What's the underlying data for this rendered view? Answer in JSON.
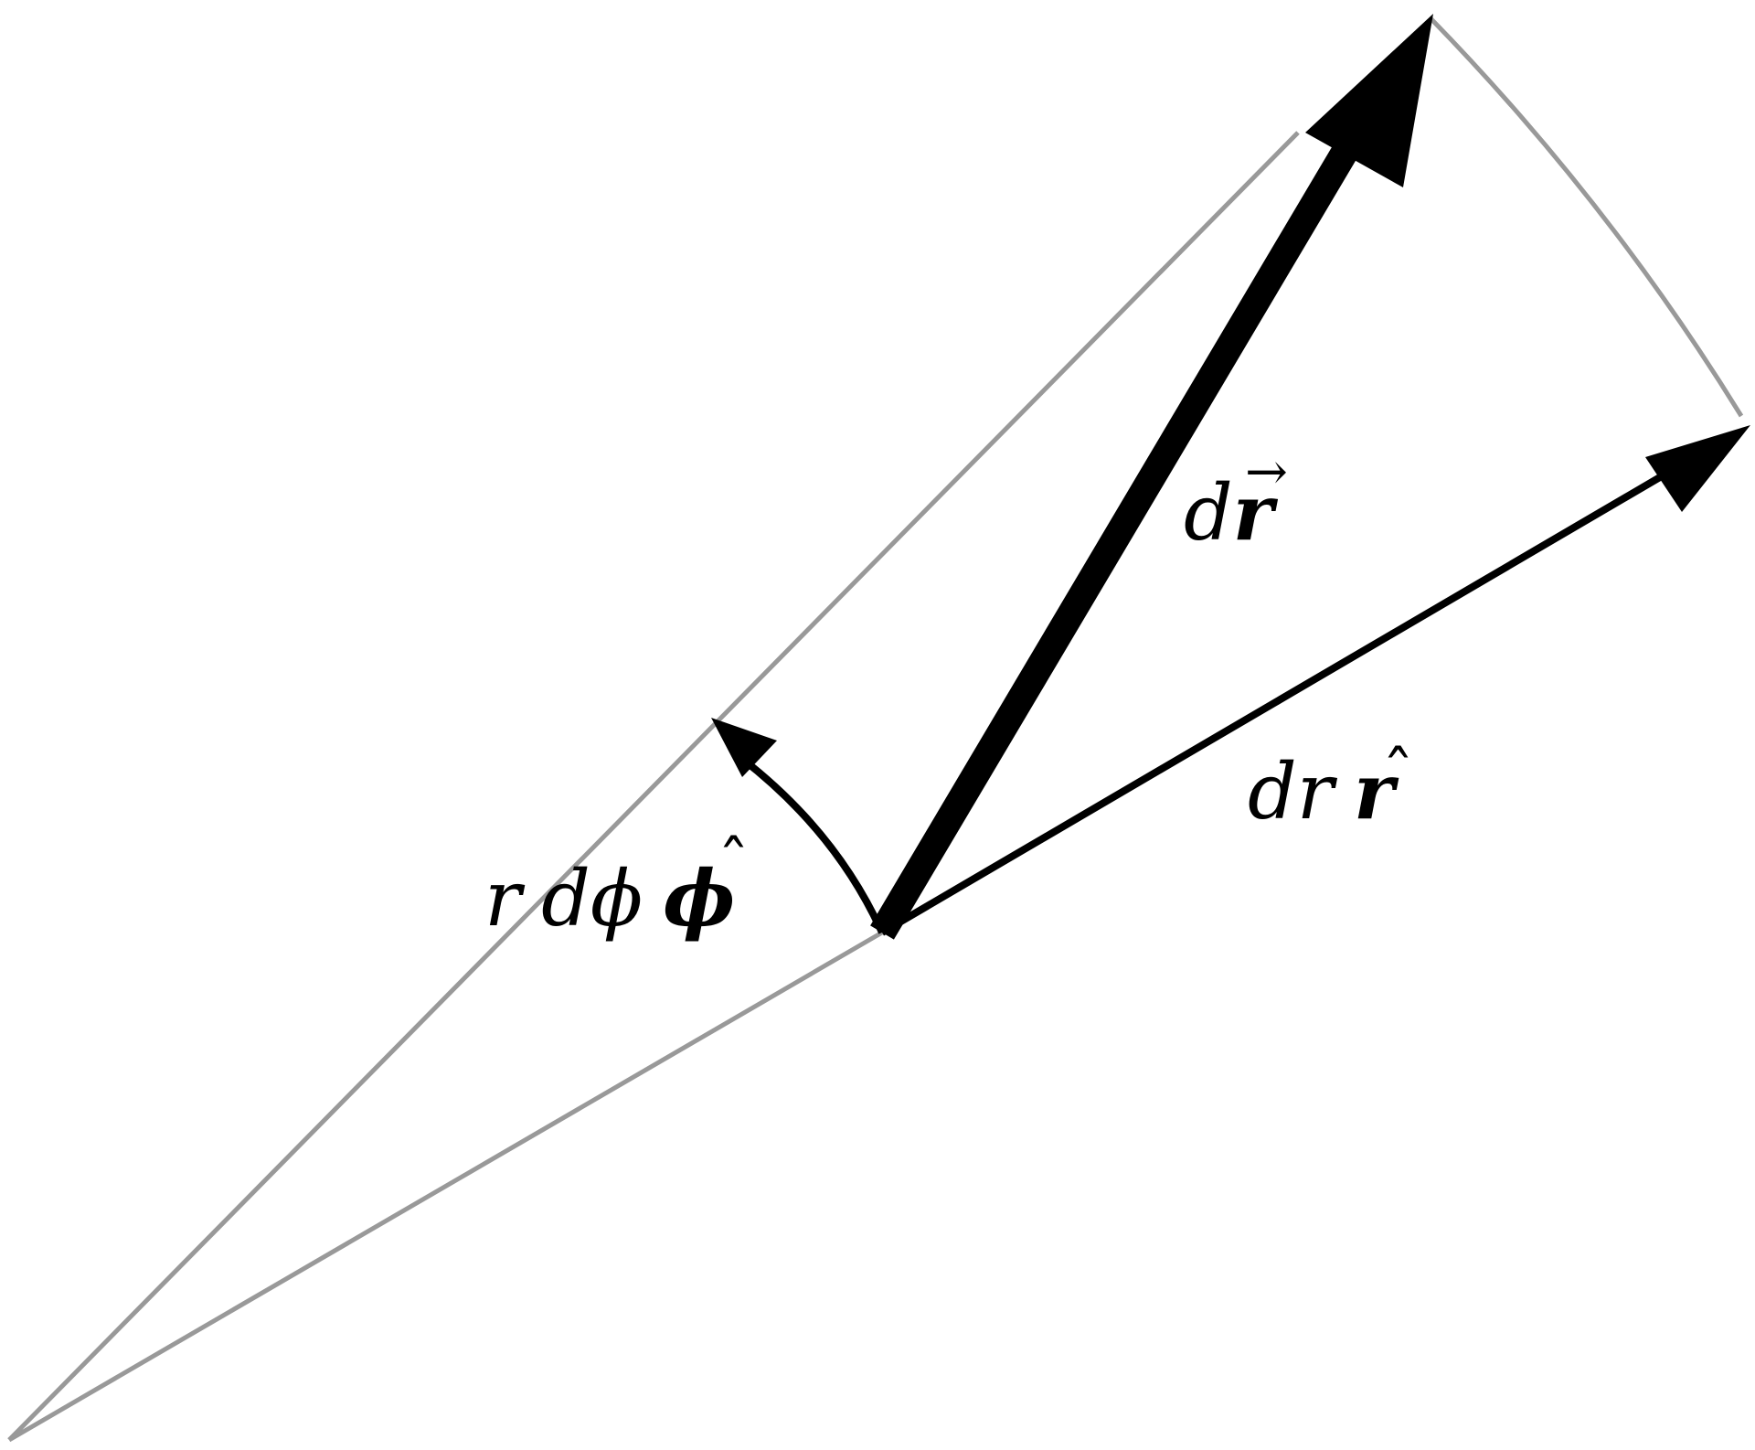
{
  "colors": {
    "guide": "#999999",
    "vector": "#000000",
    "background": "#ffffff"
  },
  "labels": {
    "dr_vec": {
      "d": "d",
      "r": "r",
      "accent": "→"
    },
    "dr_rhat": {
      "dr": "dr",
      "r": "r",
      "accent": "ˆ"
    },
    "r_dphi_phihat": {
      "r": "r",
      "dphi": "dϕ",
      "phi": "ϕ",
      "accent": "ˆ"
    }
  }
}
